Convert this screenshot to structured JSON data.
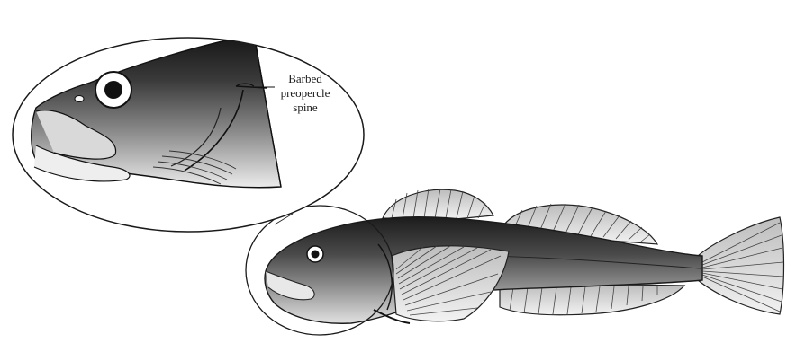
{
  "figure": {
    "label_lines": [
      "Barbed",
      "preopercle",
      "spine"
    ]
  }
}
